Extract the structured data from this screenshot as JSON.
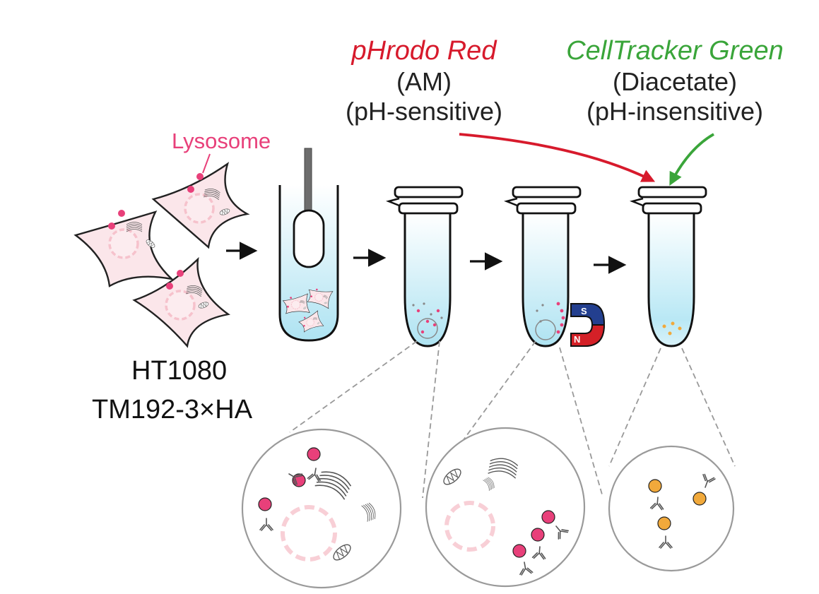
{
  "labels": {
    "lysosome": "Lysosome",
    "cell_line": "HT1080",
    "construct": "TM192-3×HA"
  },
  "dyes": {
    "red": {
      "name": "pHrodo Red",
      "form": "(AM)",
      "property": "(pH-sensitive)"
    },
    "green": {
      "name": "CellTracker Green",
      "form": "(Diacetate)",
      "property": "(pH-insensitive)"
    }
  },
  "magnet": {
    "north": "N",
    "south": "S"
  },
  "colors": {
    "red": "#d71a2c",
    "green": "#3aa53a",
    "lysosome": "#e8407a",
    "cell_fill": "#fbe6ea",
    "nucleus": "#f6c2cc",
    "liquid": "#aee3f2",
    "dye_orange": "#f1a93b",
    "magnet_blue": "#233f8f",
    "magnet_red": "#d42027"
  },
  "icons": [
    "cell-icon",
    "homogenizer-icon",
    "tube-icon",
    "magnet-icon",
    "arrow-icon",
    "antibody-icon",
    "mitochondrion-icon",
    "golgi-icon"
  ]
}
